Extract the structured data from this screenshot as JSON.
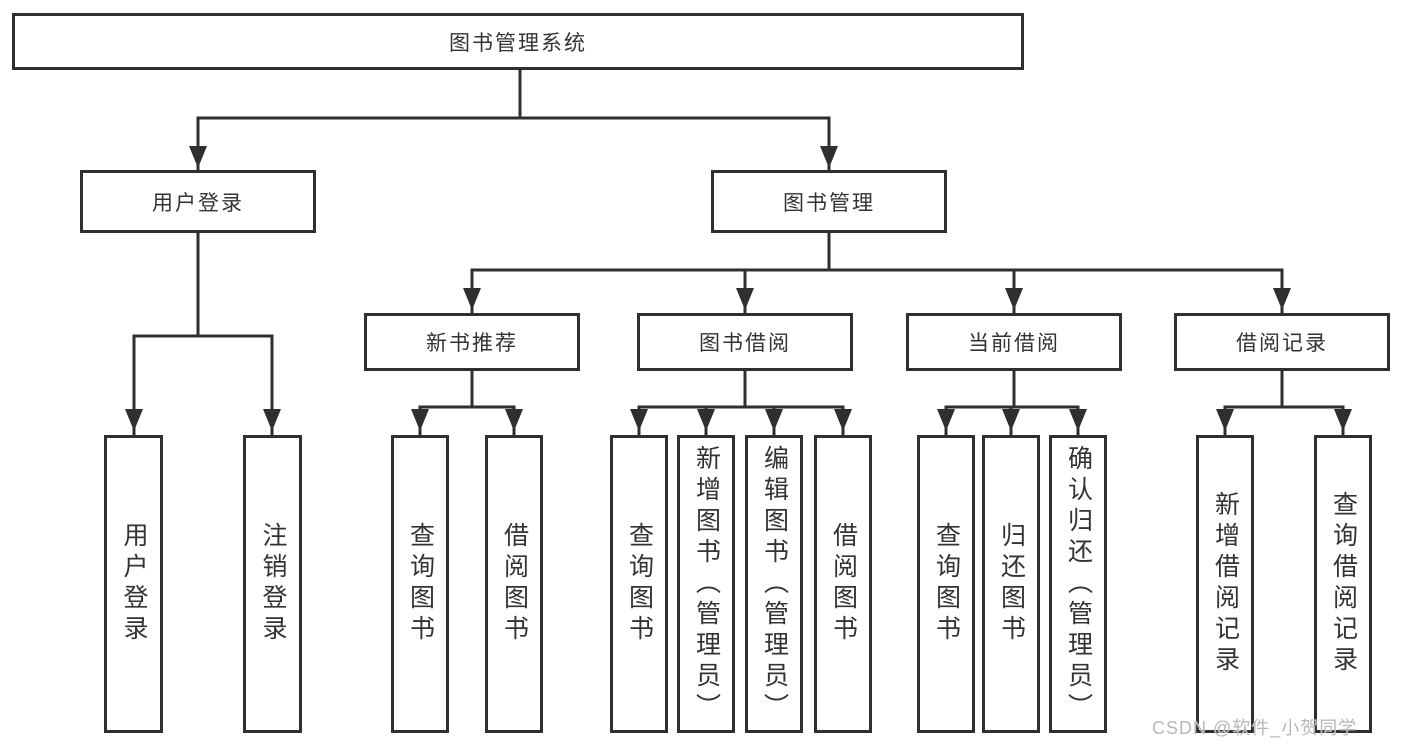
{
  "diagram": {
    "type": "tree",
    "orientation": "top-down",
    "colors": {
      "line": "#2f2f2f",
      "box_border": "#2f2f2f",
      "box_fill": "#ffffff",
      "text": "#333333"
    },
    "tree": {
      "label": "图书管理系统",
      "children": [
        {
          "label": "用户登录",
          "children": [
            {
              "label": "用户登录"
            },
            {
              "label": "注销登录"
            }
          ]
        },
        {
          "label": "图书管理",
          "children": [
            {
              "label": "新书推荐",
              "children": [
                {
                  "label": "查询图书"
                },
                {
                  "label": "借阅图书"
                }
              ]
            },
            {
              "label": "图书借阅",
              "children": [
                {
                  "label": "查询图书"
                },
                {
                  "label": "新增图书（管理员）"
                },
                {
                  "label": "编辑图书（管理员）"
                },
                {
                  "label": "借阅图书"
                }
              ]
            },
            {
              "label": "当前借阅",
              "children": [
                {
                  "label": "查询图书"
                },
                {
                  "label": "归还图书"
                },
                {
                  "label": "确认归还（管理员）"
                }
              ]
            },
            {
              "label": "借阅记录",
              "children": [
                {
                  "label": "新增借阅记录"
                },
                {
                  "label": "查询借阅记录"
                }
              ]
            }
          ]
        }
      ]
    }
  },
  "watermark": {
    "text": "CSDN @软件_小贺同学",
    "color": "#b7b7b7"
  }
}
